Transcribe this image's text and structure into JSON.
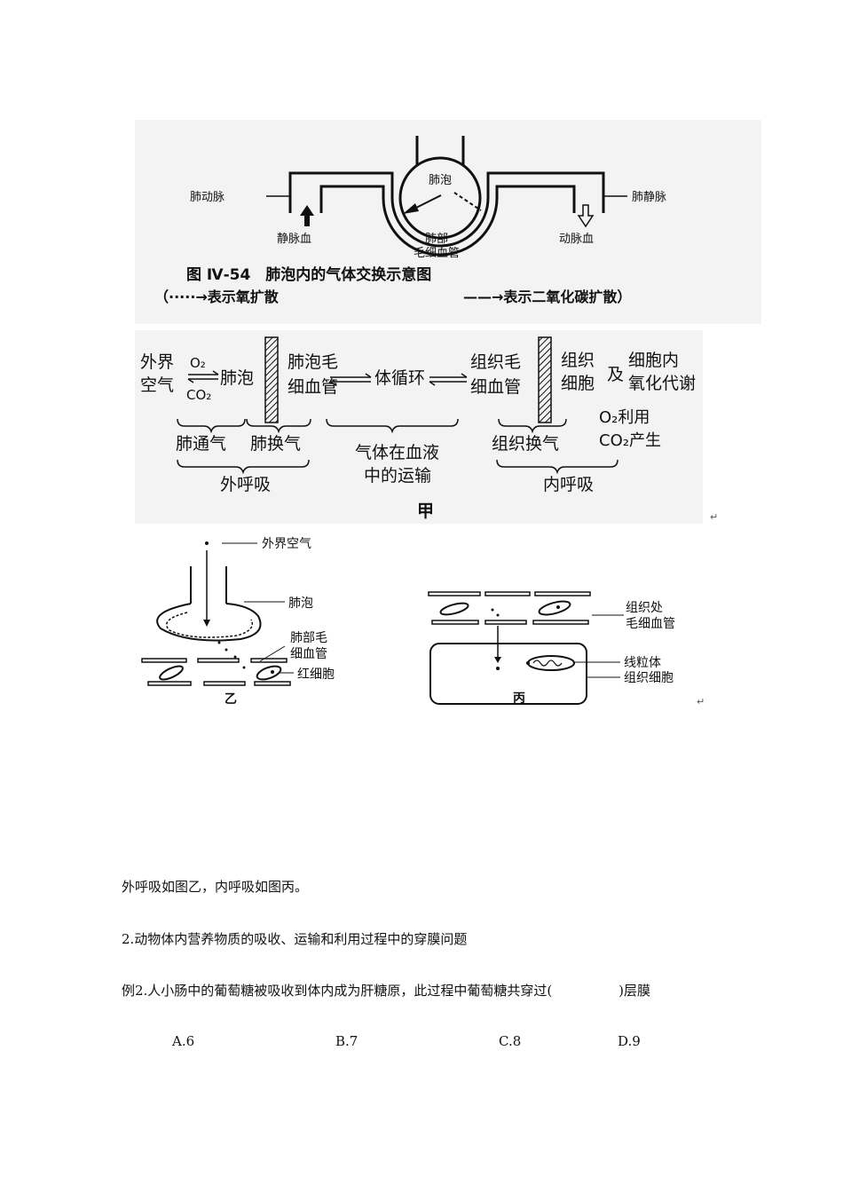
{
  "figure1": {
    "label_artery": "肺动脉",
    "label_vein": "肺静脉",
    "label_alveolus": "肺泡",
    "label_venous_blood": "静脉血",
    "label_arterial_blood": "动脉血",
    "label_capillary_line1": "肺部",
    "label_capillary_line2": "毛细血管",
    "caption": "图 Ⅳ-54　肺泡内的气体交换示意图",
    "legend_left": "（·····→表示氧扩散",
    "legend_right": "——→表示二氧化碳扩散）"
  },
  "figure_jia": {
    "outside_air_1": "外界",
    "outside_air_2": "空气",
    "o2": "O₂",
    "co2": "CO₂",
    "alveolus": "肺泡",
    "alv_cap_1": "肺泡毛",
    "alv_cap_2": "细血管",
    "circulation": "体循环",
    "tissue_cap_1": "组织毛",
    "tissue_cap_2": "细血管",
    "tissue_cell_1": "组织",
    "tissue_cell_2": "细胞",
    "and": "及",
    "metab_1": "细胞内",
    "metab_2": "氧化代谢",
    "o2_use": "O₂利用",
    "co2_produce": "CO₂产生",
    "lung_ventilation": "肺通气",
    "lung_exchange": "肺换气",
    "blood_transport_1": "气体在血液",
    "blood_transport_2": "中的运输",
    "tissue_exchange": "组织换气",
    "external_resp": "外呼吸",
    "internal_resp": "内呼吸",
    "caption": "甲"
  },
  "figure_yi": {
    "outside_air": "外界空气",
    "alveolus": "肺泡",
    "capillary_1": "肺部毛",
    "capillary_2": "细血管",
    "rbc": "红细胞",
    "caption": "乙"
  },
  "figure_bing": {
    "capillary_1": "组织处",
    "capillary_2": "毛细血管",
    "mitochondria": "线粒体",
    "tissue_cell": "组织细胞",
    "caption": "丙"
  },
  "text": {
    "line1": "外呼吸如图乙，内呼吸如图丙。",
    "line2": "2.动物体内营养物质的吸收、运输和利用过程中的穿膜问题",
    "line3": "例2.人小肠中的葡萄糖被吸收到体内成为肝糖原，此过程中葡萄糖共穿过(　　　　　)层膜",
    "options": [
      "A.6",
      "B.7",
      "C.8",
      "D.9"
    ]
  },
  "marks": {
    "return": "↵"
  }
}
